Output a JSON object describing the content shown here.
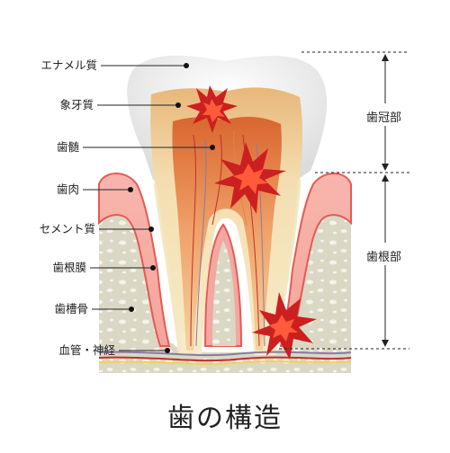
{
  "title": "歯の構造",
  "labels": {
    "enamel": "エナメル質",
    "dentin": "象牙質",
    "pulp": "歯髄",
    "gum": "歯肉",
    "cementum": "セメント質",
    "ligament": "歯根膜",
    "bone": "歯槽骨",
    "vessels": "血管・神経"
  },
  "sections": {
    "crown": "歯冠部",
    "root": "歯根部"
  },
  "colors": {
    "enamel": "#f0f0f0",
    "dentin": "#f5e6b8",
    "pulp": "#e8834f",
    "gum": "#f3a09a",
    "gum_edge": "#e65a55",
    "bone": "#dad8c4",
    "pain": "#cc1f1f"
  }
}
